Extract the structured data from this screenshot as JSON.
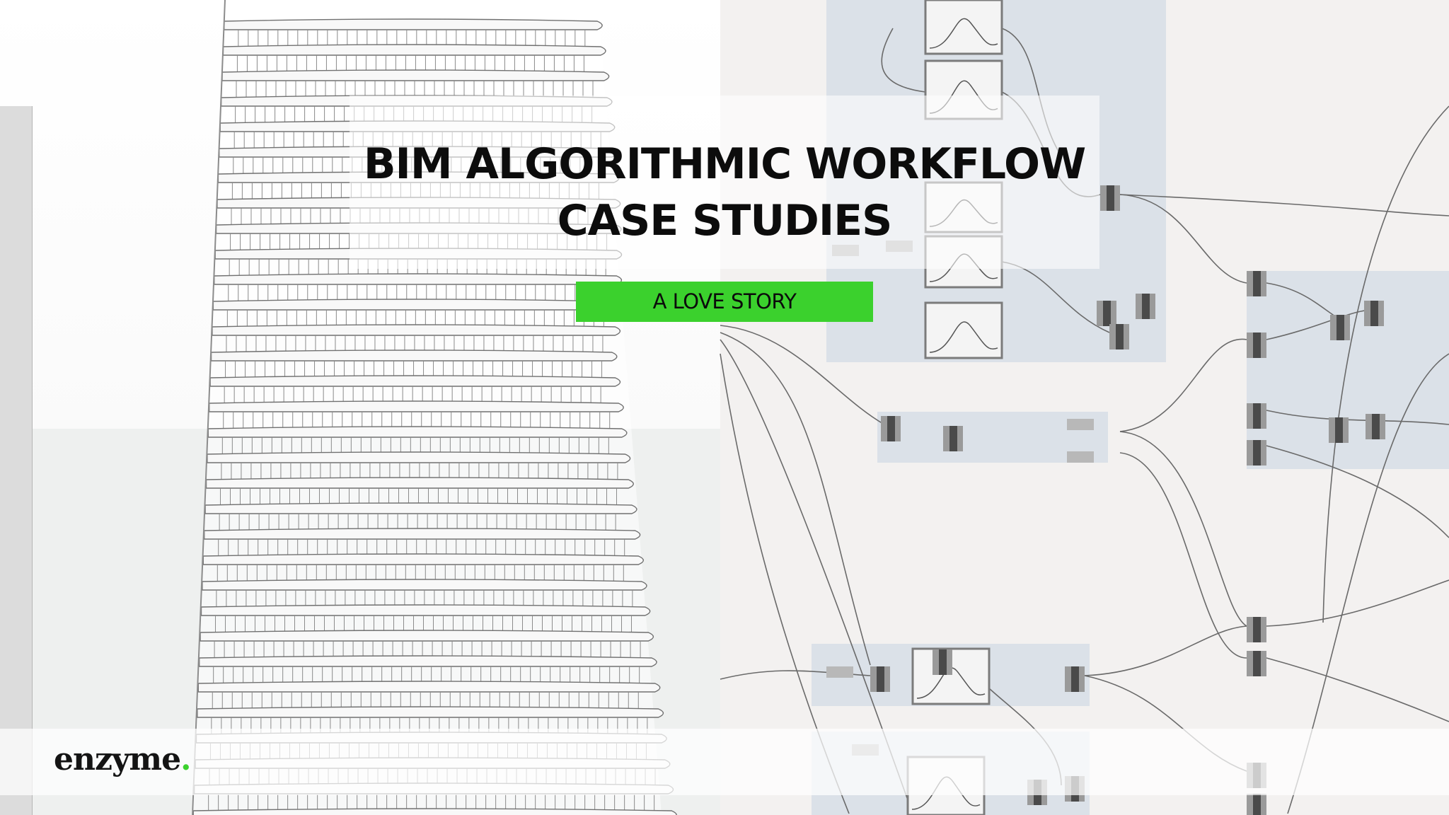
{
  "slide": {
    "title_line1": "BIM ALGORITHMIC WORKFLOW",
    "title_line2": "CASE STUDIES",
    "subtitle": "A LOVE STORY"
  },
  "brand": {
    "name": "enzyme",
    "dot": "."
  },
  "colors": {
    "accent": "#3bd12d",
    "title_text": "#0c0c0c",
    "node_group_fill": "#d7dee6",
    "wire": "#6a6a6a"
  },
  "illustrations": {
    "left": "tower-building-wireframe",
    "right": "visual-programming-node-graph"
  }
}
